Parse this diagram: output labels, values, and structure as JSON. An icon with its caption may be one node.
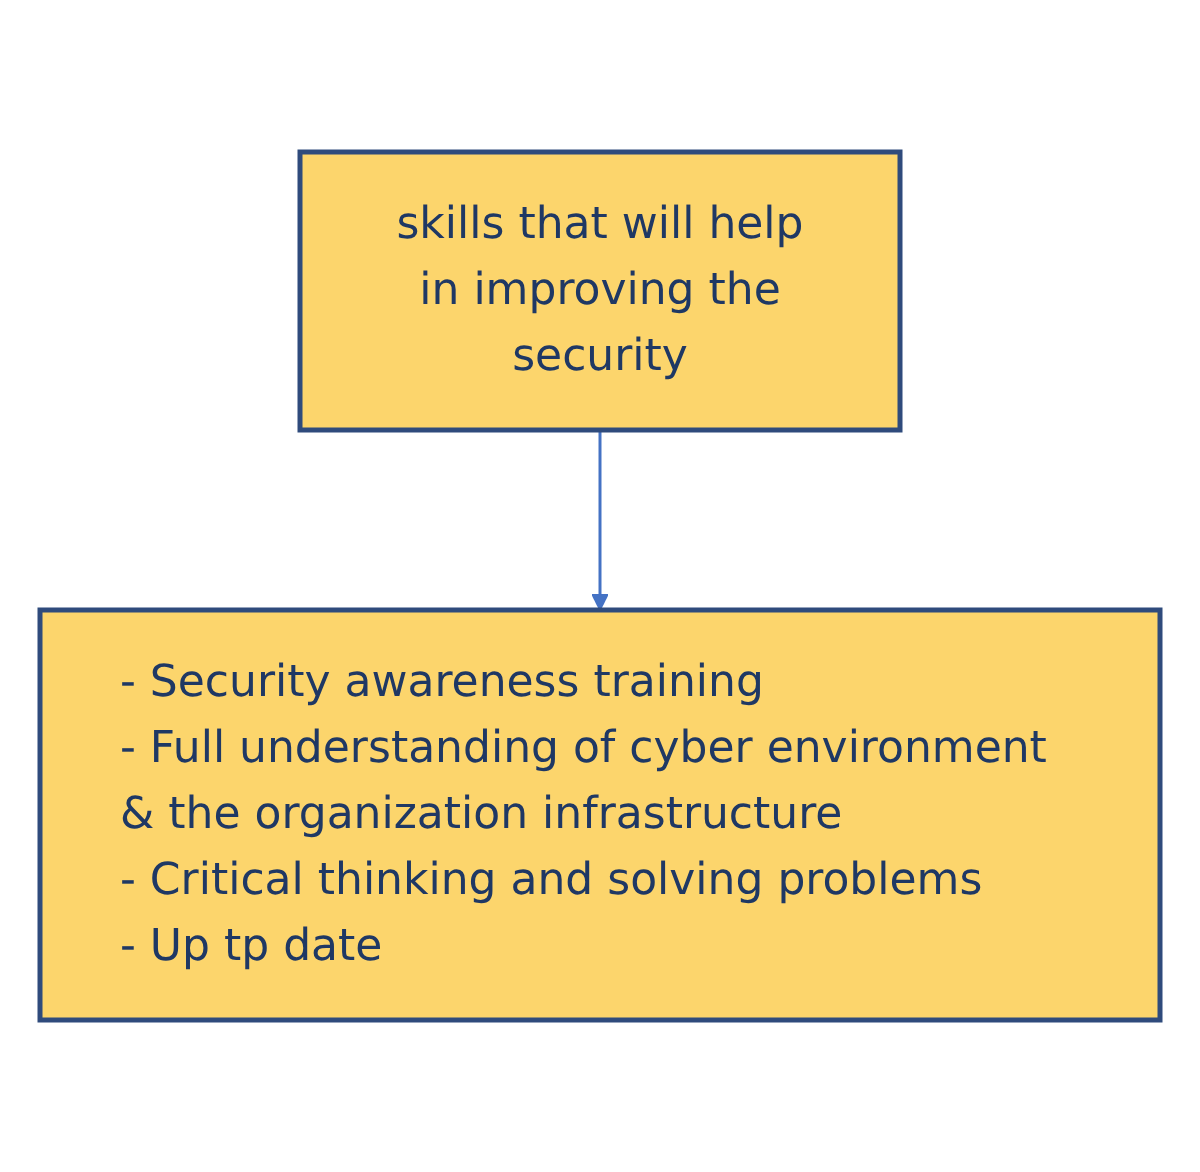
{
  "diagram": {
    "nodes": [
      {
        "text": [
          "skills that will help in improving the security"
        ]
      },
      {
        "text": [
          "- Security awareness training",
          "- Full understanding of cyber environment & the organization infrastructure",
          "- Critical thinking and solving problems",
          "- Up tp date"
        ]
      }
    ],
    "edges": [
      {
        "from": 0,
        "to": 1,
        "arrow": "to"
      }
    ]
  }
}
